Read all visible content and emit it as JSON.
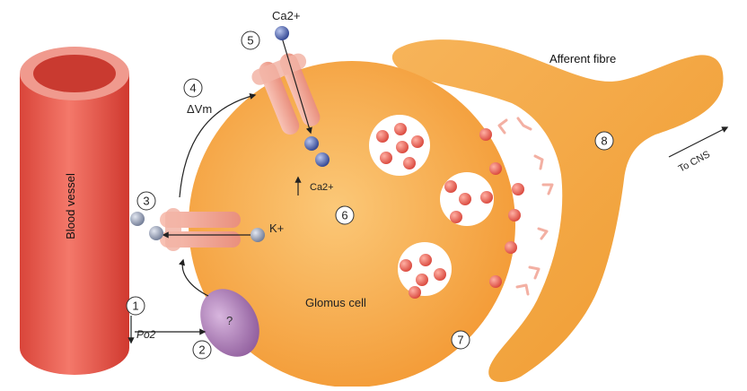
{
  "labels": {
    "blood_vessel": "Blood vessel",
    "afferent_fibre": "Afferent fibre",
    "glomus_cell": "Glomus cell",
    "to_cns": "To CNS",
    "sensor_question": "?",
    "ion_ca_top": "Ca2+",
    "ion_ca_inside": "Ca2+",
    "ion_k": "K+",
    "delta_vm": "ΔVm",
    "po2": "Po2"
  },
  "steps": [
    "1",
    "2",
    "3",
    "4",
    "5",
    "6",
    "7",
    "8"
  ],
  "colors": {
    "vessel": "#e8584a",
    "vessel_inner": "#c93a30",
    "cell": "#f6a742",
    "fibre": "#f3a33a",
    "channel": "#f4a99a",
    "sensor": "#b68cbf",
    "vesicle": "#e9584d",
    "ion": "#4a5fa8"
  }
}
